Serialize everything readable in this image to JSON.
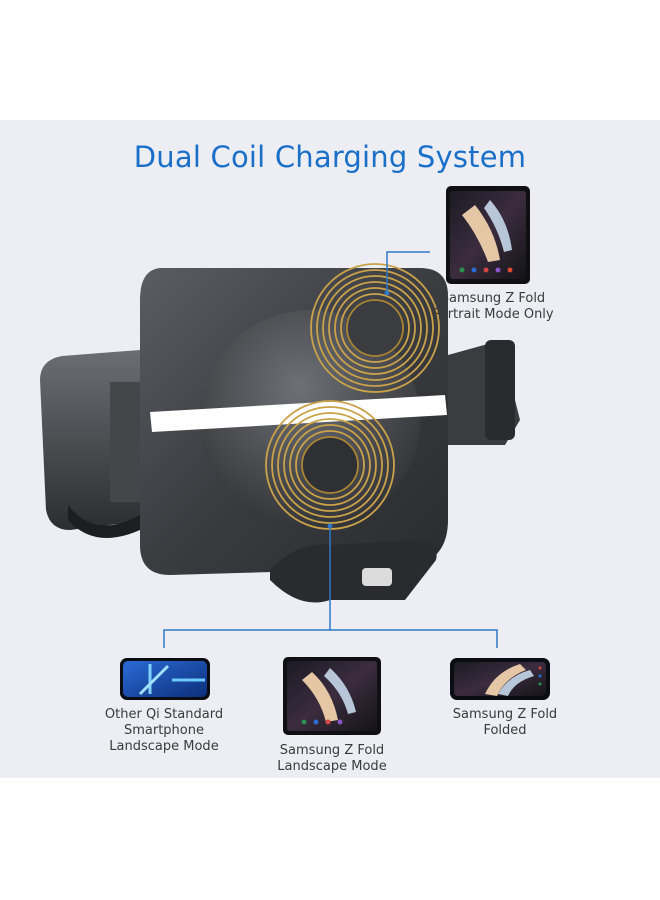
{
  "title": "Dual Coil Charging System",
  "top_device": {
    "caption_line1": "Samsung Z Fold",
    "caption_line2": "Portrait Mode Only"
  },
  "bottom_devices": [
    {
      "caption_line1": "Other Qi Standard",
      "caption_line2": "Smartphone",
      "caption_line3": "Landscape Mode"
    },
    {
      "caption_line1": "Samsung Z Fold",
      "caption_line2": "Landscape Mode"
    },
    {
      "caption_line1": "Samsung Z Fold",
      "caption_line2": "Folded"
    }
  ],
  "colors": {
    "accent": "#1a6fc9",
    "coil": "#c9a24a",
    "line": "#2f78c8",
    "panel": "#eceef3"
  }
}
